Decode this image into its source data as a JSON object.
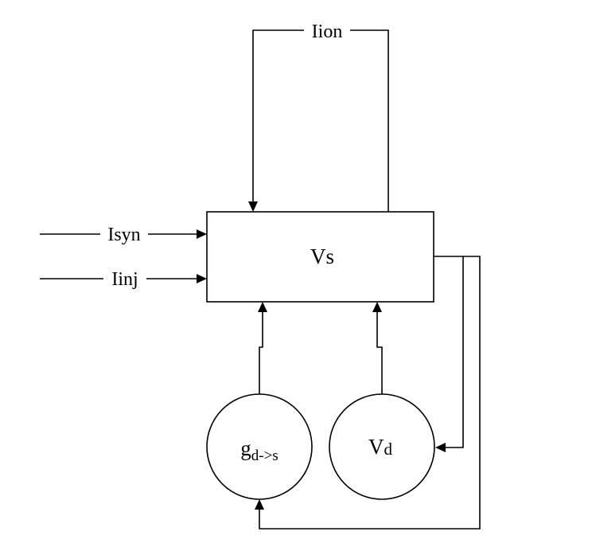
{
  "nodes": {
    "vs": {
      "label": "Vs"
    },
    "gds": {
      "label": "g",
      "sub": "d->s"
    },
    "vd": {
      "label": "V",
      "sub": "d"
    }
  },
  "edges": {
    "iion": {
      "label": "Iion"
    },
    "isyn": {
      "label": "Isyn"
    },
    "iinj": {
      "label": "Iinj"
    }
  },
  "colors": {
    "stroke": "#000000",
    "background": "#ffffff"
  }
}
